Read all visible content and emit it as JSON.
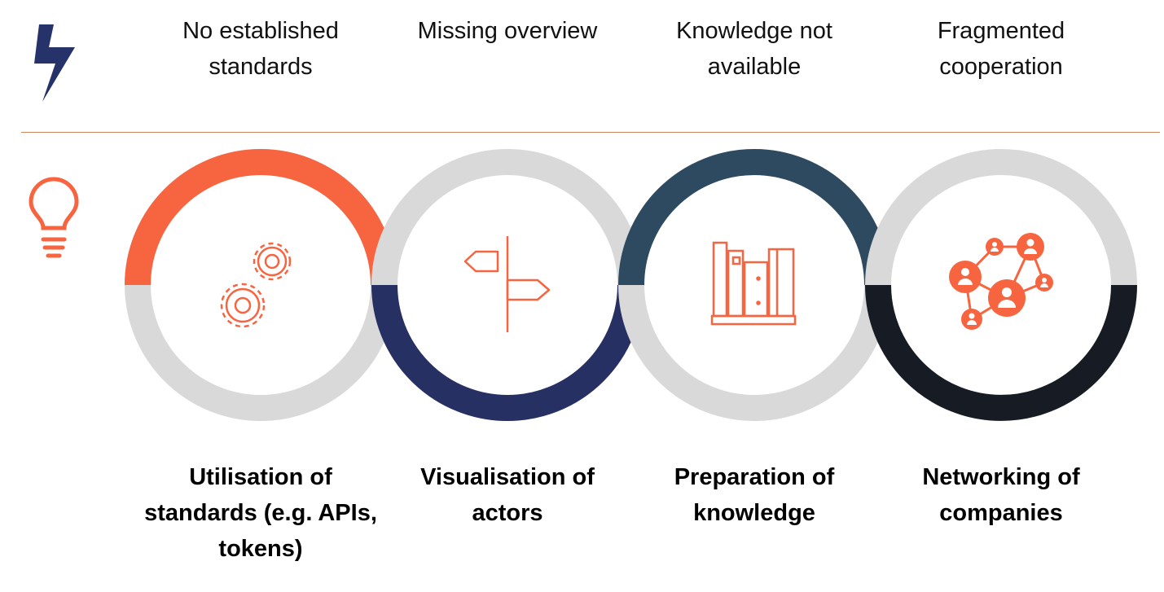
{
  "colors": {
    "accent_orange": "#f76540",
    "navy": "#263063",
    "slate": "#2d4a60",
    "dark": "#161b24",
    "gray": "#d9d9d9",
    "divider": "#c8865f",
    "bolt": "#26336a"
  },
  "header_icon": "lightning-bolt-icon",
  "solution_icon": "lightbulb-icon",
  "problems": [
    {
      "label": "No established\nstandards"
    },
    {
      "label": "Missing overview"
    },
    {
      "label": "Knowledge not\navailable"
    },
    {
      "label": "Fragmented\ncooperation"
    }
  ],
  "solutions": [
    {
      "label": "Utilisation of\nstandards (e.g. APIs,\ntokens)",
      "icon": "gears-icon"
    },
    {
      "label": "Visualisation of\nactors",
      "icon": "signpost-icon"
    },
    {
      "label": "Preparation of\nknowledge",
      "icon": "bookshelf-icon"
    },
    {
      "label": "Networking of\ncompanies",
      "icon": "network-icon"
    }
  ]
}
